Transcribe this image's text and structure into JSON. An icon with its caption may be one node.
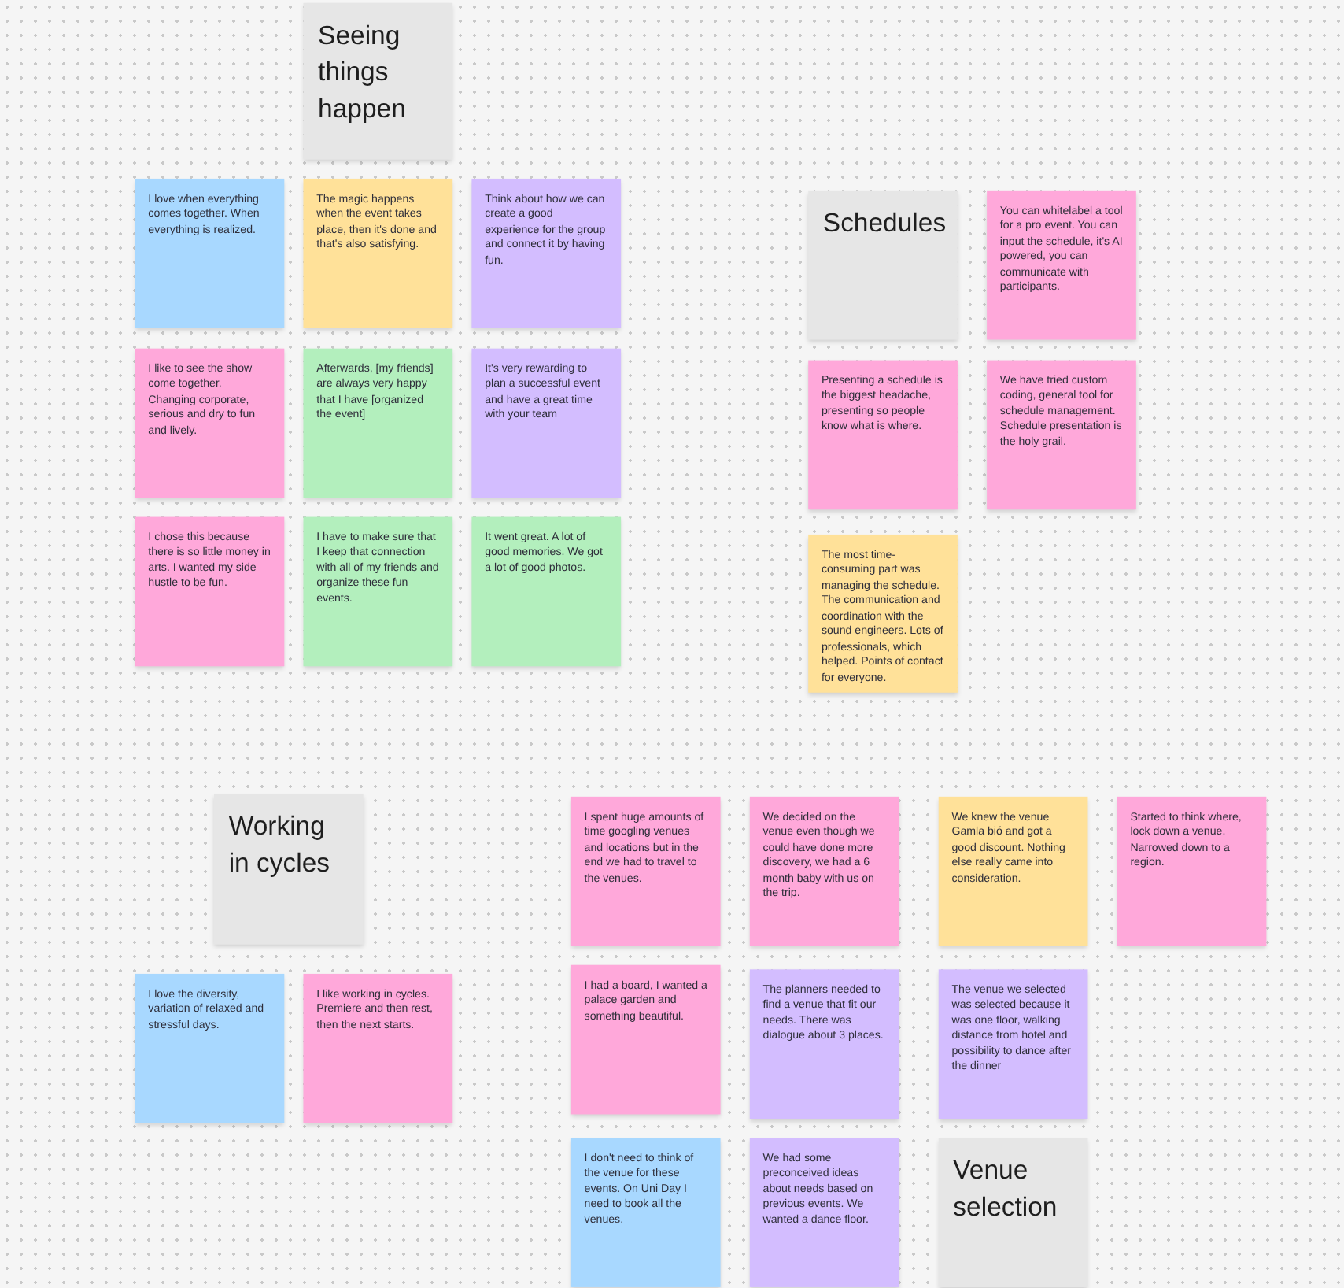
{
  "diagram": {
    "nodes": [
      {
        "text": [
          "Seeing things happen"
        ]
      },
      {
        "text": [
          "I love when everything comes together. When everything is realized."
        ]
      },
      {
        "text": [
          "The magic happens when the event takes place, then it's done and that's also satisfying."
        ]
      },
      {
        "text": [
          "Think about how we can create a good experience for the group and connect it by having fun."
        ]
      },
      {
        "text": [
          "I like to see the show come together. Changing corporate, serious and dry to fun and lively."
        ]
      },
      {
        "text": [
          "Afterwards, [my friends] are always very happy that I have [organized the event]"
        ]
      },
      {
        "text": [
          "It's very rewarding to plan a successful event and have a great time with your team"
        ]
      },
      {
        "text": [
          "I chose this because there is so little money in arts. I wanted my side hustle to be fun."
        ]
      },
      {
        "text": [
          "I have to make sure that I keep that connection with all of my friends and organize these fun events."
        ]
      },
      {
        "text": [
          "It went great. A lot of good memories. We got a lot of good photos."
        ]
      },
      {
        "text": [
          "Schedules"
        ]
      },
      {
        "text": [
          "You can whitelabel a tool for a pro event. You can input the schedule, it's AI powered, you can communicate with participants."
        ]
      },
      {
        "text": [
          "Presenting a schedule is the biggest headache, presenting so people know what is where."
        ]
      },
      {
        "text": [
          "We have tried custom coding, general tool for schedule management. Schedule presentation is the holy grail."
        ]
      },
      {
        "text": [
          "The most time-consuming part was managing the schedule. The communication and coordination with the sound engineers. Lots of professionals, which helped. Points of contact for everyone."
        ]
      },
      {
        "text": [
          "Working in cycles"
        ]
      },
      {
        "text": [
          "I love the diversity, variation of relaxed and stressful days."
        ]
      },
      {
        "text": [
          "I like working in cycles. Premiere and then rest, then the next starts."
        ]
      },
      {
        "text": [
          "I spent huge amounts of time googling venues and locations but in the end we had to travel to the venues."
        ]
      },
      {
        "text": [
          "We decided on the venue even though we could have done more discovery, we had a 6 month baby with us on the trip."
        ]
      },
      {
        "text": [
          "We knew the venue Gamla bió and got a good discount. Nothing else really came into consideration."
        ]
      },
      {
        "text": [
          "Started to think where, lock down a venue. Narrowed down to a region."
        ]
      },
      {
        "text": [
          "I had a board, I wanted a palace garden and something beautiful."
        ]
      },
      {
        "text": [
          "The planners needed to find a venue that fit our needs. There was dialogue about 3 places."
        ]
      },
      {
        "text": [
          "The venue we selected was selected because it was one floor, walking distance from hotel and possibility to dance after the dinner"
        ]
      },
      {
        "text": [
          "I don't need to think of the venue for these events. On Uni Day I need to book all the venues."
        ]
      },
      {
        "text": [
          "We had some preconceived ideas about needs based on previous events. We wanted a dance floor."
        ]
      },
      {
        "text": [
          "Venue selection"
        ]
      }
    ]
  }
}
